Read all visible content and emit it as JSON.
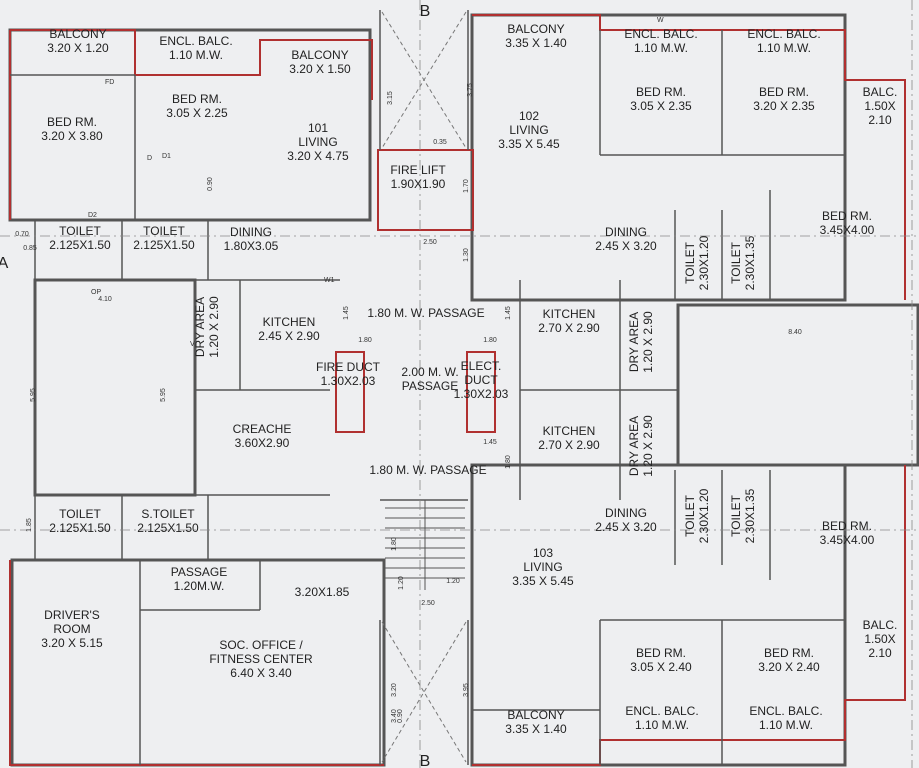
{
  "section_marks": {
    "top": "B",
    "bottom": "B",
    "left": "A"
  },
  "colors": {
    "wall": "#555555",
    "red_wall": "#b03030",
    "paper": "#eeeff1",
    "text": "#222222"
  },
  "rooms": [
    {
      "id": "balcony-101-left",
      "lines": [
        "BALCONY",
        "3.20 X 1.20"
      ]
    },
    {
      "id": "encl-balc-101",
      "lines": [
        "ENCL. BALC.",
        "1.10 M.W."
      ]
    },
    {
      "id": "balcony-101-right",
      "lines": [
        "BALCONY",
        "3.20 X 1.50"
      ]
    },
    {
      "id": "bed-rm-101-a",
      "lines": [
        "BED RM.",
        "3.20 X 3.80"
      ]
    },
    {
      "id": "bed-rm-101-b",
      "lines": [
        "BED RM.",
        "3.05 X 2.25"
      ]
    },
    {
      "id": "living-101",
      "lines": [
        "101",
        "LIVING",
        "3.20 X 4.75"
      ]
    },
    {
      "id": "fire-lift",
      "lines": [
        "FIRE LIFT",
        "1.90X1.90"
      ]
    },
    {
      "id": "toilet-101-a",
      "lines": [
        "TOILET",
        "2.125X1.50"
      ]
    },
    {
      "id": "toilet-101-b",
      "lines": [
        "TOILET",
        "2.125X1.50"
      ]
    },
    {
      "id": "dining-101",
      "lines": [
        "DINING",
        "1.80X3.05"
      ]
    },
    {
      "id": "dry-area-101",
      "lines": [
        "DRY AREA",
        "1.20 X 2.90"
      ]
    },
    {
      "id": "kitchen-101",
      "lines": [
        "KITCHEN",
        "2.45 X 2.90"
      ]
    },
    {
      "id": "passage-top",
      "lines": [
        "1.80 M. W. PASSAGE"
      ]
    },
    {
      "id": "fire-duct",
      "lines": [
        "FIRE DUCT",
        "1.30X2.03"
      ]
    },
    {
      "id": "passage-mid",
      "lines": [
        "2.00 M. W.",
        "PASSAGE"
      ]
    },
    {
      "id": "elect-duct",
      "lines": [
        "ELECT.",
        "DUCT",
        "1.30X2.03"
      ]
    },
    {
      "id": "creache",
      "lines": [
        "CREACHE",
        "3.60X2.90"
      ]
    },
    {
      "id": "passage-bottom",
      "lines": [
        "1.80 M. W. PASSAGE"
      ]
    },
    {
      "id": "toilet-lower",
      "lines": [
        "TOILET",
        "2.125X1.50"
      ]
    },
    {
      "id": "s-toilet",
      "lines": [
        "S.TOILET",
        "2.125X1.50"
      ]
    },
    {
      "id": "passage-small",
      "lines": [
        "PASSAGE",
        "1.20M.W."
      ]
    },
    {
      "id": "room-320x185",
      "lines": [
        "3.20X1.85"
      ]
    },
    {
      "id": "drivers-room",
      "lines": [
        "DRIVER'S",
        "ROOM",
        "3.20 X 5.15"
      ]
    },
    {
      "id": "soc-office",
      "lines": [
        "SOC. OFFICE /",
        "FITNESS CENTER",
        "6.40 X 3.40"
      ]
    },
    {
      "id": "balcony-102",
      "lines": [
        "BALCONY",
        "3.35 X 1.40"
      ]
    },
    {
      "id": "living-102",
      "lines": [
        "102",
        "LIVING",
        "3.35 X 5.45"
      ]
    },
    {
      "id": "encl-balc-102-a",
      "lines": [
        "ENCL. BALC.",
        "1.10 M.W."
      ]
    },
    {
      "id": "encl-balc-102-b",
      "lines": [
        "ENCL. BALC.",
        "1.10 M.W."
      ]
    },
    {
      "id": "bed-rm-102-a",
      "lines": [
        "BED RM.",
        "3.05 X 2.35"
      ]
    },
    {
      "id": "bed-rm-102-b",
      "lines": [
        "BED RM.",
        "3.20 X 2.35"
      ]
    },
    {
      "id": "balc-102",
      "lines": [
        "BALC.",
        "1.50X",
        "2.10"
      ]
    },
    {
      "id": "bed-rm-102-c",
      "lines": [
        "BED RM.",
        "3.45X4.00"
      ]
    },
    {
      "id": "dining-102",
      "lines": [
        "DINING",
        "2.45 X 3.20"
      ]
    },
    {
      "id": "kitchen-102",
      "lines": [
        "KITCHEN",
        "2.70 X 2.90"
      ]
    },
    {
      "id": "dry-area-102",
      "lines": [
        "DRY AREA",
        "1.20 X 2.90"
      ]
    },
    {
      "id": "kitchen-103",
      "lines": [
        "KITCHEN",
        "2.70 X 2.90"
      ]
    },
    {
      "id": "dry-area-103",
      "lines": [
        "DRY AREA",
        "1.20 X 2.90"
      ]
    },
    {
      "id": "dining-103",
      "lines": [
        "DINING",
        "2.45 X 3.20"
      ]
    },
    {
      "id": "bed-rm-103-c",
      "lines": [
        "BED RM.",
        "3.45X4.00"
      ]
    },
    {
      "id": "living-103",
      "lines": [
        "103",
        "LIVING",
        "3.35 X 5.45"
      ]
    },
    {
      "id": "bed-rm-103-a",
      "lines": [
        "BED RM.",
        "3.05 X 2.40"
      ]
    },
    {
      "id": "bed-rm-103-b",
      "lines": [
        "BED RM.",
        "3.20 X 2.40"
      ]
    },
    {
      "id": "balc-103",
      "lines": [
        "BALC.",
        "1.50X",
        "2.10"
      ]
    },
    {
      "id": "balcony-103",
      "lines": [
        "BALCONY",
        "3.35 X 1.40"
      ]
    },
    {
      "id": "encl-balc-103-a",
      "lines": [
        "ENCL. BALC.",
        "1.10 M.W."
      ]
    },
    {
      "id": "encl-balc-103-b",
      "lines": [
        "ENCL. BALC.",
        "1.10 M.W."
      ]
    }
  ],
  "vertical_labels": [
    {
      "id": "toilet-102-a",
      "lines": [
        "TOILET",
        "2.30X1.20"
      ]
    },
    {
      "id": "toilet-102-b",
      "lines": [
        "TOILET",
        "2.30X1.35"
      ]
    },
    {
      "id": "toilet-103-a",
      "lines": [
        "TOILET",
        "2.30X1.20"
      ]
    },
    {
      "id": "toilet-103-b",
      "lines": [
        "TOILET",
        "2.30X1.35"
      ]
    }
  ],
  "dimension_marks": [
    "0.70",
    "0.85",
    "4.10",
    "5.95",
    "5.95",
    "1.85",
    "3.15",
    "3.75",
    "0.35",
    "1.70",
    "0.90",
    "2.50",
    "1.30",
    "1.45",
    "1.80",
    "1.45",
    "1.80",
    "1.45",
    "1.80",
    "1.80",
    "1.20",
    "1.20",
    "2.50",
    "3.20",
    "3.40",
    "3.95",
    "0.90",
    "8.40"
  ],
  "door_tags": [
    "FD",
    "D1",
    "D2",
    "D",
    "OP",
    "W",
    "V",
    "W1"
  ]
}
